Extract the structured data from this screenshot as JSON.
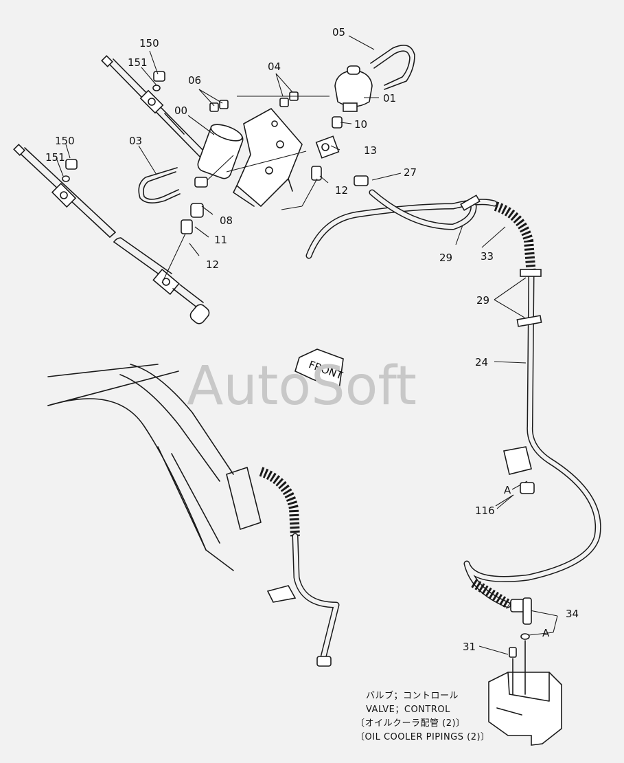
{
  "labels": {
    "p150a": "150",
    "p151a": "151",
    "p06": "06",
    "p04": "04",
    "p05": "05",
    "p00": "00",
    "p01": "01",
    "p10": "10",
    "p03": "03",
    "p13": "13",
    "p150b": "150",
    "p151b": "151",
    "p27": "27",
    "p12a": "12",
    "p08": "08",
    "p11": "11",
    "p12b": "12",
    "p29a": "29",
    "p33": "33",
    "p29b": "29",
    "p24": "24",
    "pA1": "A",
    "p116": "116",
    "p34": "34",
    "pA2": "A",
    "p31": "31"
  },
  "front_marker": "FRONT",
  "watermark": "AutoSoft",
  "caption": {
    "line1": "バルブ；コントロール",
    "line2": "VALVE；CONTROL",
    "line3": "〔オイルクーラ配管 (2)〕",
    "line4": "〔OIL COOLER PIPINGS (2)〕"
  }
}
